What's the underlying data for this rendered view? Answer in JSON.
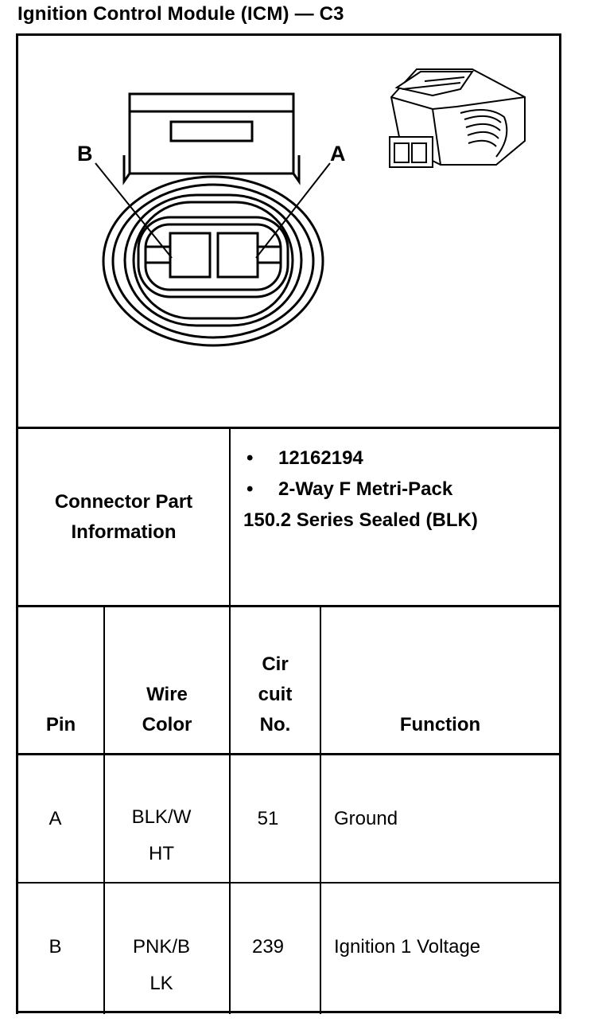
{
  "title": "Ignition Control Module (ICM) — C3",
  "diagram": {
    "label_b": "B",
    "label_a": "A"
  },
  "connector_info": {
    "label_line1": "Connector Part",
    "label_line2": "Information",
    "part_number": "12162194",
    "description_line1": "2-Way F Metri-Pack",
    "description_line2": "150.2 Series Sealed (BLK)",
    "bullet": "•"
  },
  "table": {
    "headers": {
      "pin": "Pin",
      "wire_line1": "Wire",
      "wire_line2": "Color",
      "circuit_line1": "Cir",
      "circuit_line2": "cuit",
      "circuit_line3": "No.",
      "function": "Function"
    },
    "rows": [
      {
        "pin": "A",
        "wire_line1": "BLK/W",
        "wire_line2": "HT",
        "circuit": "51",
        "function": "Ground"
      },
      {
        "pin": "B",
        "wire_line1": "PNK/B",
        "wire_line2": "LK",
        "circuit": "239",
        "function": "Ignition 1 Voltage"
      }
    ]
  }
}
